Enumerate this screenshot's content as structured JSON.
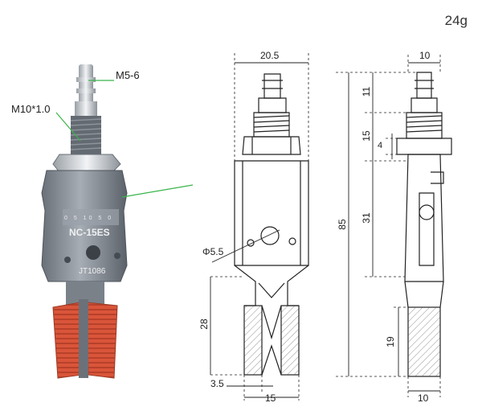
{
  "weight": "24g",
  "photo": {
    "thread_outlet": "M5-6",
    "thread_body": "M10*1.0",
    "body_text_model": "NC-15ES",
    "body_text_code": "JT1086",
    "scale_marks": "0 5 10 5 0"
  },
  "front_view": {
    "width_top": "20.5",
    "hole_diameter": "Φ5.5",
    "jaw_height": "28",
    "jaw_thickness": "3.5",
    "jaw_width": "15"
  },
  "side_view": {
    "width_top": "10",
    "total_length": "85",
    "fitting_length": "11",
    "thread_length": "15",
    "nut_thickness": "4",
    "body_length": "31",
    "pad_length": "19",
    "pad_width": "10"
  },
  "colors": {
    "metal": "#8a8f97",
    "metal_dark": "#5d636b",
    "pad": "#d9553a",
    "leader": "#3ab54a"
  }
}
